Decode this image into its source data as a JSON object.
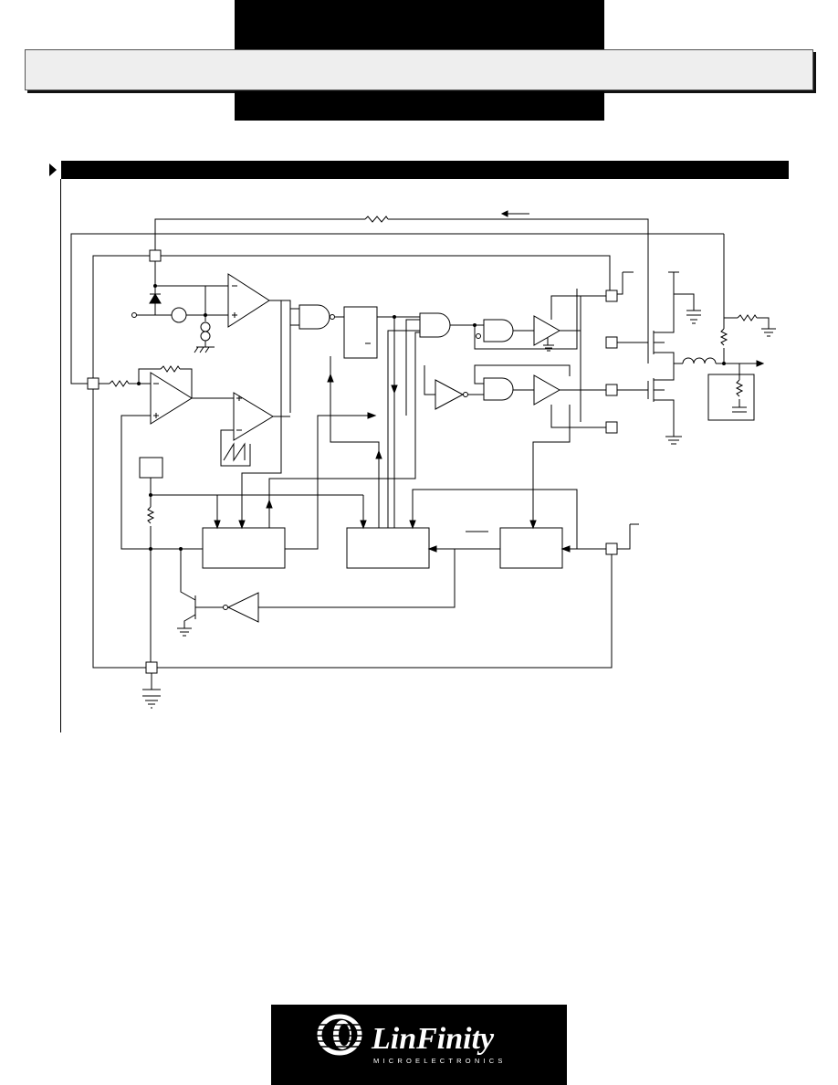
{
  "header": {
    "top_block_color": "#000000",
    "band_color": "#eeeeee"
  },
  "section": {
    "bar_color": "#000000"
  },
  "diagram": {
    "type": "block diagram (schematic)",
    "line_color": "#000000"
  },
  "logo": {
    "wordmark": "LinFinity",
    "subtitle": "MICROELECTRONICS",
    "background": "#000000"
  }
}
